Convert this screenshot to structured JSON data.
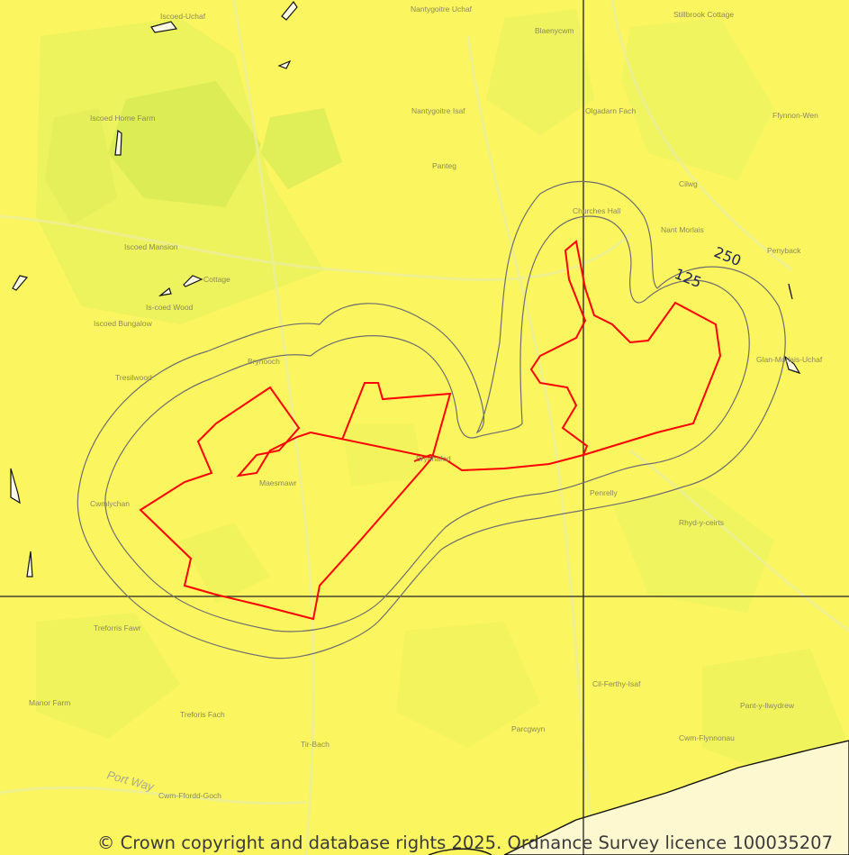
{
  "map": {
    "colors": {
      "background": "#fbf55f",
      "land_pale": "#eef562",
      "field_green": "#e3f05a",
      "boundary": "#ff0000",
      "buffer_ring": "#6e6e6e",
      "grid_line": "#202020",
      "water_body": "#fbfbe3",
      "coast": "#fdf8cf"
    },
    "buffers": {
      "inner_label": "125",
      "outer_label": "250"
    },
    "places": [
      {
        "name": "Iscoed-Uchaf"
      },
      {
        "name": "Nantygoitre Uchaf"
      },
      {
        "name": "Blaenycwm"
      },
      {
        "name": "Stillbrook Cottage"
      },
      {
        "name": "Iscoed Home Farm"
      },
      {
        "name": "Nantygoitre Isaf"
      },
      {
        "name": "Olgadarn Fach"
      },
      {
        "name": "Ffynnon-Wen"
      },
      {
        "name": "Panteg"
      },
      {
        "name": "Cilwg"
      },
      {
        "name": "Churches Hall"
      },
      {
        "name": "Nant Morlais"
      },
      {
        "name": "Iscoed Mansion"
      },
      {
        "name": "Penyback"
      },
      {
        "name": "Cottage"
      },
      {
        "name": "Is-coed Wood"
      },
      {
        "name": "Iscoed Bungalow"
      },
      {
        "name": "Brynooch"
      },
      {
        "name": "Glan-Morlais-Uchaf"
      },
      {
        "name": "Tresilwood"
      },
      {
        "name": "Maesmawr"
      },
      {
        "name": "Cwmlychan"
      },
      {
        "name": "Brynhafod"
      },
      {
        "name": "Penrelly"
      },
      {
        "name": "Rhyd-y-ceirts"
      },
      {
        "name": "Treforris Fawr"
      },
      {
        "name": "Cil-Ferthy-Isaf"
      },
      {
        "name": "Manor Farm"
      },
      {
        "name": "Treforis Fach"
      },
      {
        "name": "Pant-y-llwydrew"
      },
      {
        "name": "Parcgwyn"
      },
      {
        "name": "Tir-Bach"
      },
      {
        "name": "Cwm-Flynnonau"
      },
      {
        "name": "Cwm-Ffordd-Goch"
      }
    ],
    "road_label": "Port Way",
    "copyright": "© Crown copyright and database rights 2025. Ordnance Survey licence 100035207"
  }
}
